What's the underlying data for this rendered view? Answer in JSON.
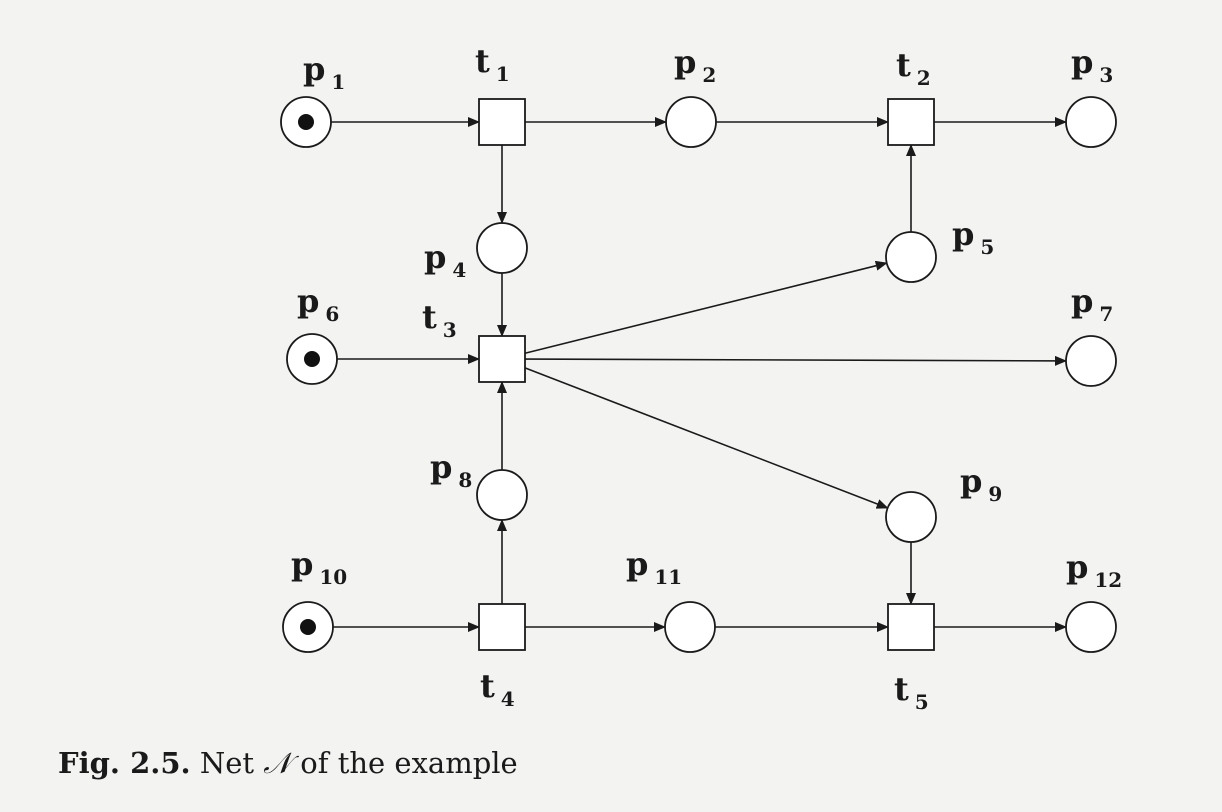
{
  "places": [
    {
      "id": "p1",
      "label": "p",
      "sub": "1",
      "tokens": 1
    },
    {
      "id": "p2",
      "label": "p",
      "sub": "2",
      "tokens": 0
    },
    {
      "id": "p3",
      "label": "p",
      "sub": "3",
      "tokens": 0
    },
    {
      "id": "p4",
      "label": "p",
      "sub": "4",
      "tokens": 0
    },
    {
      "id": "p5",
      "label": "p",
      "sub": "5",
      "tokens": 0
    },
    {
      "id": "p6",
      "label": "p",
      "sub": "6",
      "tokens": 1
    },
    {
      "id": "p7",
      "label": "p",
      "sub": "7",
      "tokens": 0
    },
    {
      "id": "p8",
      "label": "p",
      "sub": "8",
      "tokens": 0
    },
    {
      "id": "p9",
      "label": "p",
      "sub": "9",
      "tokens": 0
    },
    {
      "id": "p10",
      "label": "p",
      "sub": "10",
      "tokens": 1
    },
    {
      "id": "p11",
      "label": "p",
      "sub": "11",
      "tokens": 0
    },
    {
      "id": "p12",
      "label": "p",
      "sub": "12",
      "tokens": 0
    }
  ],
  "transitions": [
    {
      "id": "t1",
      "label": "t",
      "sub": "1"
    },
    {
      "id": "t2",
      "label": "t",
      "sub": "2"
    },
    {
      "id": "t3",
      "label": "t",
      "sub": "3"
    },
    {
      "id": "t4",
      "label": "t",
      "sub": "4"
    },
    {
      "id": "t5",
      "label": "t",
      "sub": "5"
    }
  ],
  "arcs": [
    [
      "p1",
      "t1"
    ],
    [
      "t1",
      "p2"
    ],
    [
      "p2",
      "t2"
    ],
    [
      "t2",
      "p3"
    ],
    [
      "t1",
      "p4"
    ],
    [
      "p4",
      "t3"
    ],
    [
      "p5",
      "t2"
    ],
    [
      "p6",
      "t3"
    ],
    [
      "t3",
      "p5"
    ],
    [
      "t3",
      "p7"
    ],
    [
      "t3",
      "p9"
    ],
    [
      "p8",
      "t3"
    ],
    [
      "t4",
      "p8"
    ],
    [
      "p10",
      "t4"
    ],
    [
      "t4",
      "p11"
    ],
    [
      "p11",
      "t5"
    ],
    [
      "p9",
      "t5"
    ],
    [
      "t5",
      "p12"
    ]
  ],
  "caption": {
    "figure": "Fig. 2.5.",
    "text_before": "Net",
    "symbol": "𝒩",
    "text_after": "of the example"
  }
}
